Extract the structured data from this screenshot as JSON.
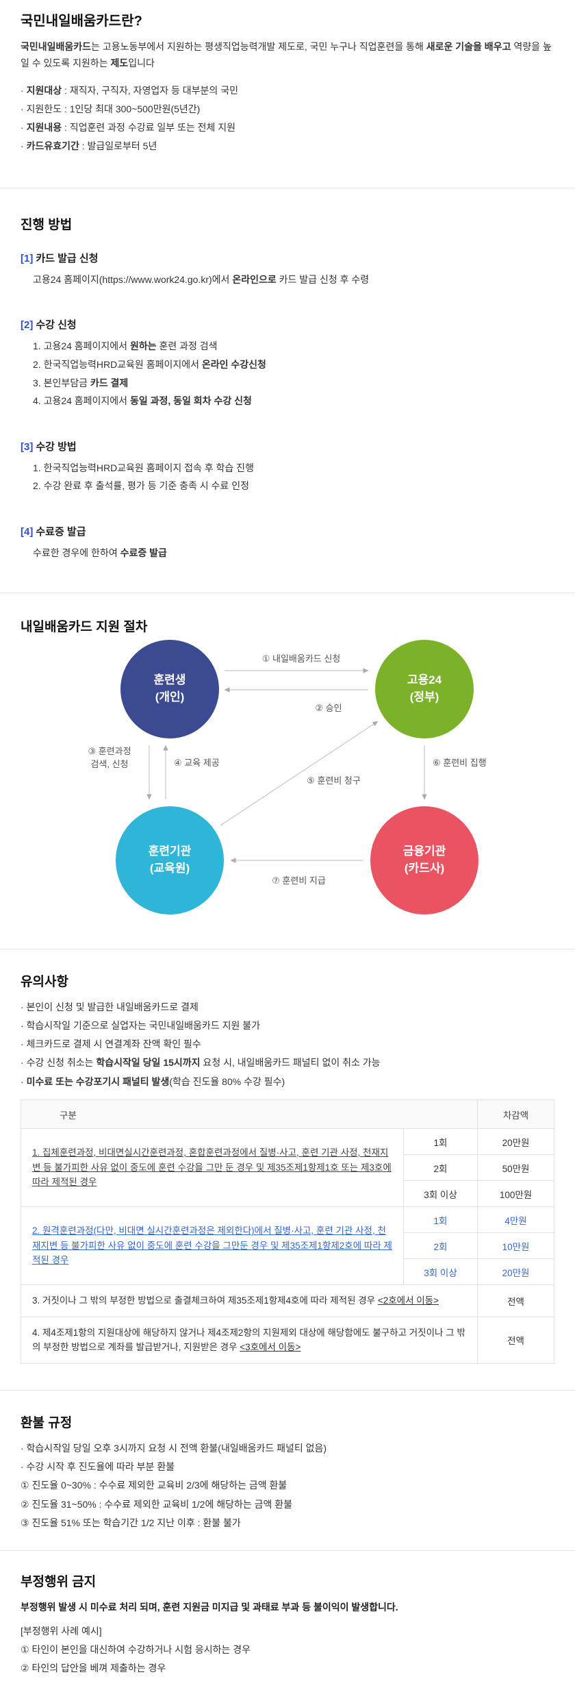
{
  "intro": {
    "title": "국민내일배움카드란?",
    "desc": [
      {
        "t": "국민내일배움카드",
        "b": true
      },
      {
        "t": "는 고용노동부에서 지원하는 평생직업능력개발 제도로, 국민 누구나 직업훈련을 통해 "
      },
      {
        "t": "새로운 기술을 배우고",
        "b": true
      },
      {
        "t": " 역량을 높일 수 있도록 지원하는 "
      },
      {
        "t": "제도",
        "b": true
      },
      {
        "t": "입니다"
      }
    ],
    "bullets": [
      [
        {
          "t": "· "
        },
        {
          "t": "지원대상",
          "b": true
        },
        {
          "t": " : 재직자, 구직자, 자영업자 등 대부분의 국민"
        }
      ],
      [
        {
          "t": "· 지원한도 : 1인당 최대 300~500만원(5년간)"
        }
      ],
      [
        {
          "t": "· "
        },
        {
          "t": "지원내용",
          "b": true
        },
        {
          "t": " : 직업훈련 과정 수강료 일부 또는 전체 지원"
        }
      ],
      [
        {
          "t": "· "
        },
        {
          "t": "카드유효기간",
          "b": true
        },
        {
          "t": " : 발급일로부터 5년"
        }
      ]
    ]
  },
  "process": {
    "heading": "진행 방법",
    "steps": [
      {
        "marker": "[1]",
        "title": "카드 발급 신청",
        "lines": [
          [
            {
              "t": "고용24 홈페이지(https://www.work24.go.kr)에서 "
            },
            {
              "t": "온라인으로",
              "b": true
            },
            {
              "t": " 카드 발급 신청 후 수령"
            }
          ]
        ]
      },
      {
        "marker": "[2]",
        "title": "수강 신청",
        "lines": [
          [
            {
              "t": "1. 고용24 홈페이지에서 "
            },
            {
              "t": "원하는",
              "b": true
            },
            {
              "t": " 훈련 과정 검색"
            }
          ],
          [
            {
              "t": "2. 한국직업능력HRD교육원 홈페이지에서 "
            },
            {
              "t": "온라인 수강신청",
              "b": true
            }
          ],
          [
            {
              "t": "3. 본인부담금 "
            },
            {
              "t": "카드 결제",
              "b": true
            }
          ],
          [
            {
              "t": "4. 고용24 홈페이지에서 "
            },
            {
              "t": "동일 과정, 동일 회차 수강 신청",
              "b": true
            }
          ]
        ]
      },
      {
        "marker": "[3]",
        "title": "수강 방법",
        "lines": [
          [
            {
              "t": "1. 한국직업능력HRD교육원 홈페이지 접속 후 학습 진행"
            }
          ],
          [
            {
              "t": "2. 수강 완료 후 출석률, 평가 등 기준 충족 시 수료 인정"
            }
          ]
        ]
      },
      {
        "marker": "[4]",
        "title": "수료증 발급",
        "lines": [
          [
            {
              "t": "수료한 경우에 한하여 "
            },
            {
              "t": "수료증 발급",
              "b": true
            }
          ]
        ]
      }
    ]
  },
  "diagram": {
    "heading": "내일배움카드 지원 절차",
    "nodes": {
      "trainee": {
        "line1": "훈련생",
        "line2": "(개인)",
        "color": "#3b4a91"
      },
      "gov": {
        "line1": "고용24",
        "line2": "(정부)",
        "color": "#7cb22a"
      },
      "institute": {
        "line1": "훈련기관",
        "line2": "(교육원)",
        "color": "#2fb5d8"
      },
      "finance": {
        "line1": "금융기관",
        "line2": "(카드사)",
        "color": "#ea5462"
      }
    },
    "labels": {
      "step1": "① 내일배움카드 신청",
      "step2": "② 승인",
      "step3a": "③ 훈련과정",
      "step3b": "검색, 신청",
      "step4": "④ 교육 제공",
      "step5": "⑤ 훈련비 청구",
      "step6": "⑥ 훈련비 집행",
      "step7": "⑦ 훈련비 지급"
    }
  },
  "notes": {
    "heading": "유의사항",
    "bullets": [
      [
        {
          "t": "· 본인이 신청 및 발급한 내일배움카드로 결제"
        }
      ],
      [
        {
          "t": "· 학습시작일 기준으로 실업자는 국민내일배움카드 지원 불가"
        }
      ],
      [
        {
          "t": "· 체크카드로 결제 시 연결계좌 잔액 확인 필수"
        }
      ],
      [
        {
          "t": "· 수강 신청 취소는 "
        },
        {
          "t": "학습시작일 당일 15시까지",
          "b": true
        },
        {
          "t": " 요청 시, 내일배움카드 패널티 없이 취소 가능"
        }
      ],
      [
        {
          "t": "· "
        },
        {
          "t": "미수료 또는 수강포기시 패널티 발생",
          "b": true
        },
        {
          "t": "(학습 진도율 80% 수강 필수)"
        }
      ]
    ],
    "table": {
      "header": {
        "category": "구분",
        "deduction": "차감액"
      },
      "rows": [
        {
          "text": "1. 집체훈련과정, 비대면실시간훈련과정, 혼합훈련과정에서 질병·사고, 훈련 기관 사정, 천재지변 등 불가피한 사유 없이 중도에 훈련 수강을 그만 둔 경우 및 제35조제1항제1호 또는 제3호에 따라 제적된 경우",
          "subs": [
            [
              "1회",
              "20만원"
            ],
            [
              "2회",
              "50만원"
            ],
            [
              "3회 이상",
              "100만원"
            ]
          ]
        },
        {
          "text": "2. 원격훈련과정(다만, 비대면 실시간훈련과정은 제외한다)에서 질병·사고, 훈련 기관 사정, 천재지변 등 불가피한 사유 없이 중도에 훈련 수강을 그만둔 경우 및 제35조제1항제2호에 따라 제적된 경우",
          "subs": [
            [
              "1회",
              "4만원"
            ],
            [
              "2회",
              "10만원"
            ],
            [
              "3회 이상",
              "20만원"
            ]
          ]
        },
        {
          "text_parts": [
            {
              "t": "3. 거짓이나 그 밖의 부정한 방법으로 출결체크하여 제35조제1항제4호에 따라 제적된 경우 "
            },
            {
              "t": "<2호에서 이동>",
              "u": true
            }
          ],
          "amount": "전액"
        },
        {
          "text_parts": [
            {
              "t": "4. 제4조제1항의 지원대상에 해당하지 않거나 제4조제2항의 지원제외 대상에 해당함에도 불구하고 거짓이나 그 밖의 부정한 방법으로 계좌를 발급받거나, 지원받은 경우 "
            },
            {
              "t": "<3호에서 이동>",
              "u": true
            }
          ],
          "amount": "전액"
        }
      ]
    }
  },
  "refund": {
    "heading": "환불 규정",
    "bullets": [
      "· 학습시작일 당일 오후 3시까지 요청 시 전액 환불(내일배움카드 패널티 없음)",
      "· 수강 시작 후 진도율에 따라 부분 환불",
      "① 진도율 0~30% : 수수료 제외한 교육비 2/3에 해당하는 금액 환불",
      "② 진도율 31~50% : 수수료 제외한 교육비 1/2에 해당하는 금액 환불",
      "③ 진도율 51% 또는 학습기간 1/2 지난 이후 : 환불 불가"
    ]
  },
  "fraud": {
    "heading": "부정행위 금지",
    "desc": "부정행위 발생 시 미수료 처리 되며, 훈련 지원금 미지급 및 과태료 부과 등 불이익이 발생합니다.",
    "example_title": "[부정행위 사례 예시]",
    "items": [
      "① 타인이 본인을 대신하여 수강하거나 시험 응시하는 경우",
      "② 타인의 답안을 베껴 제출하는 경우"
    ]
  }
}
